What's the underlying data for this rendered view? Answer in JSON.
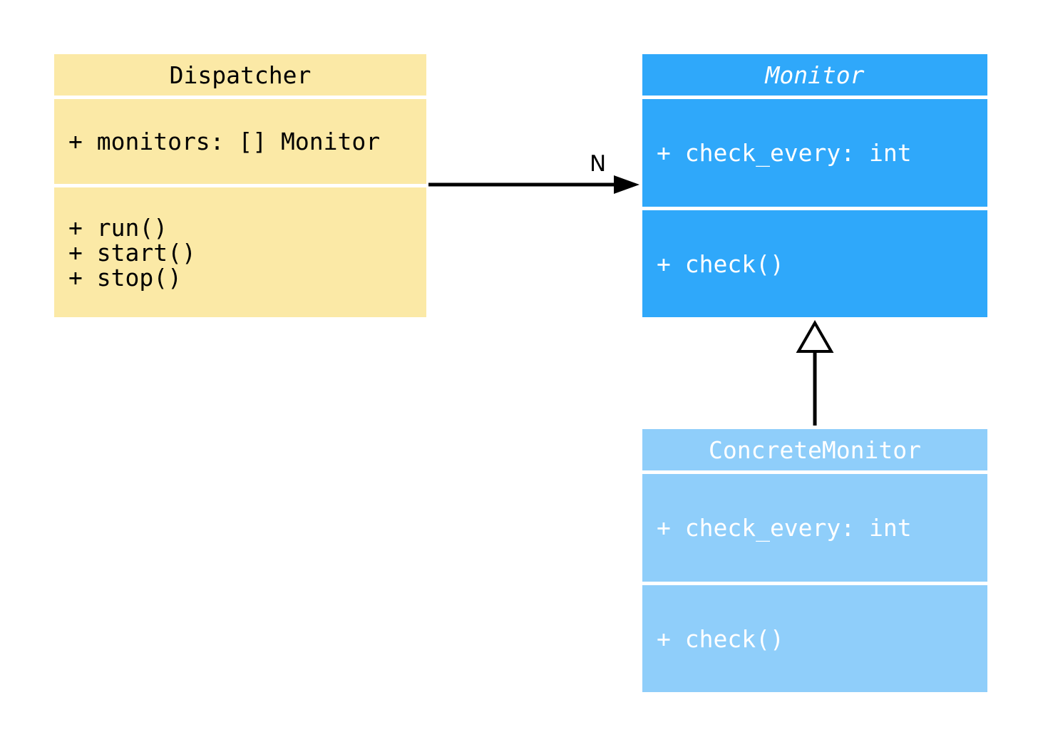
{
  "diagram": {
    "type": "uml-class-diagram",
    "background": "#ffffff"
  },
  "classes": [
    {
      "name": "Dispatcher",
      "abstract": false,
      "fill": "#FBE9A6",
      "text_color": "#000000",
      "attributes": [
        "+ monitors: [] Monitor"
      ],
      "methods": [
        "+ run()",
        "+ start()",
        "+ stop()"
      ]
    },
    {
      "name": "Monitor",
      "abstract": true,
      "fill": "#2FA8FA",
      "text_color": "#ffffff",
      "attributes": [
        "+ check_every: int"
      ],
      "methods": [
        "+ check()"
      ]
    },
    {
      "name": "ConcreteMonitor",
      "abstract": false,
      "fill": "#8FCEFA",
      "text_color": "#ffffff",
      "attributes": [
        "+ check_every: int"
      ],
      "methods": [
        "+ check()"
      ]
    }
  ],
  "relations": [
    {
      "type": "association",
      "from": "Dispatcher",
      "to": "Monitor",
      "label": "N",
      "line_color": "#000000"
    },
    {
      "type": "inheritance",
      "from": "ConcreteMonitor",
      "to": "Monitor",
      "label": "",
      "line_color": "#000000"
    }
  ]
}
